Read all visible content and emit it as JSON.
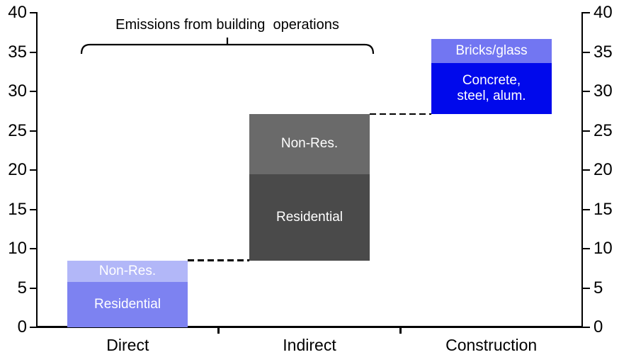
{
  "chart_data": {
    "type": "bar",
    "subtype": "stacked-waterfall",
    "title": "",
    "annotation": {
      "label": "Emissions from building  operations",
      "spans": [
        "Direct",
        "Indirect"
      ],
      "bracket_style": "horizontal-brace-pointing-up"
    },
    "categories": [
      "Direct",
      "Indirect",
      "Construction"
    ],
    "axes": {
      "ylim": [
        0,
        40
      ],
      "ytick_step": 5,
      "yticks": [
        0,
        5,
        10,
        15,
        20,
        25,
        30,
        35,
        40
      ],
      "y_axis_sides": [
        "left",
        "right"
      ],
      "xlabel": "",
      "ylabel": "",
      "grid": false,
      "axis_color": "#000000",
      "background": "#ffffff"
    },
    "bars": [
      {
        "category": "Direct",
        "base": 0,
        "total_top": 8.5,
        "segments": [
          {
            "label": "Residential",
            "value": 5.8,
            "top": 5.8,
            "color": "#7d82f1",
            "label_color": "#ffffff"
          },
          {
            "label": "Non-Res.",
            "value": 2.7,
            "top": 8.5,
            "color": "#b2b7f8",
            "label_color": "#ffffff"
          }
        ]
      },
      {
        "category": "Indirect",
        "base": 8.5,
        "total_top": 27.1,
        "segments": [
          {
            "label": "Residential",
            "value": 11.0,
            "top": 19.5,
            "color": "#4a4a4a",
            "label_color": "#ffffff"
          },
          {
            "label": "Non-Res.",
            "value": 7.6,
            "top": 27.1,
            "color": "#6a6a6a",
            "label_color": "#ffffff"
          }
        ]
      },
      {
        "category": "Construction",
        "base": 27.1,
        "total_top": 36.7,
        "segments": [
          {
            "label": "Concrete, steel, alum.",
            "label_lines": [
              "Concrete,",
              "steel, alum."
            ],
            "value": 6.5,
            "top": 33.6,
            "color": "#0009ec",
            "label_color": "#ffffff"
          },
          {
            "label": "Bricks/glass",
            "value": 3.1,
            "top": 36.7,
            "color": "#7276f2",
            "label_color": "#ffffff"
          }
        ]
      }
    ],
    "connectors": [
      {
        "from": "Direct",
        "to": "Indirect",
        "level": 8.5,
        "style": "dashed"
      },
      {
        "from": "Indirect",
        "to": "Construction",
        "level": 27.1,
        "style": "dashed"
      }
    ]
  }
}
